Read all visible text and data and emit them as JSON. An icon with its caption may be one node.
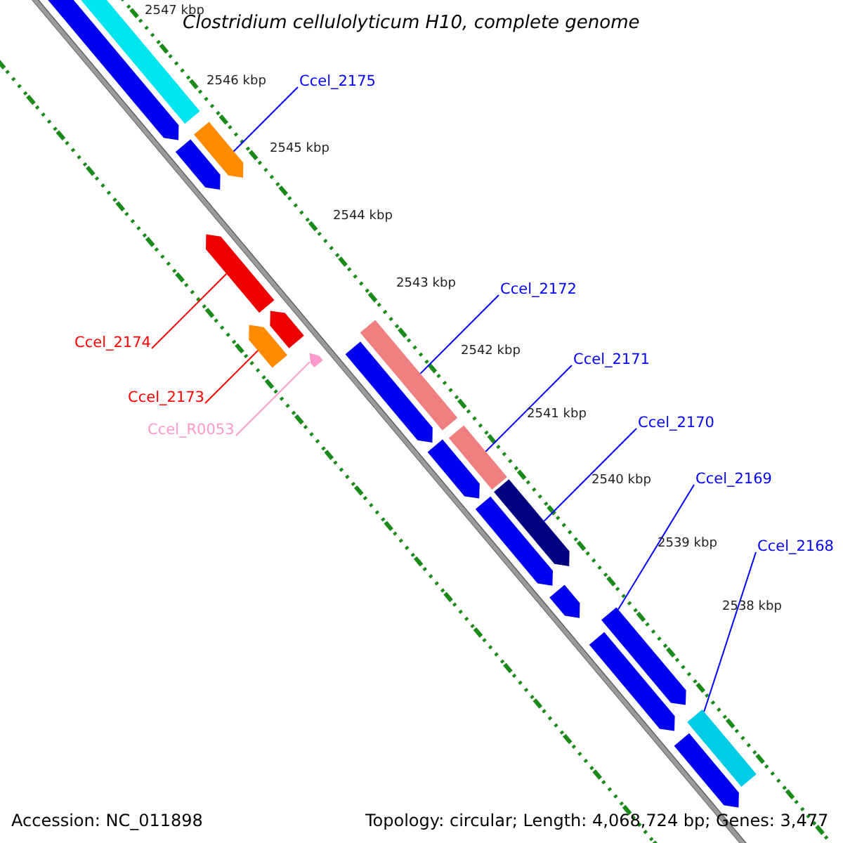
{
  "diagram": {
    "title": "Clostridium cellulolyticum H10, complete genome",
    "nodes": [
      {
        "text": [
          "Ccel_2175"
        ]
      },
      {
        "text": [],
        "shape": "arrow"
      },
      {
        "text": [
          "Ccel_2174"
        ]
      },
      {
        "text": [],
        "shape": "arrow"
      },
      {
        "text": [
          "Ccel_2173"
        ]
      },
      {
        "text": [],
        "shape": "arrow"
      },
      {
        "text": [
          "Ccel_R0053"
        ]
      },
      {
        "text": [],
        "shape": "arrow"
      },
      {
        "text": [
          "Ccel_2172"
        ]
      },
      {
        "text": [],
        "shape": "arrow"
      },
      {
        "text": [
          "Ccel_2171"
        ]
      },
      {
        "text": [],
        "shape": "arrow"
      },
      {
        "text": [
          "Ccel_2170"
        ]
      },
      {
        "text": [],
        "shape": "arrow"
      },
      {
        "text": [
          "Ccel_2169"
        ]
      },
      {
        "text": [],
        "shape": "arrow"
      },
      {
        "text": [
          "Ccel_2168"
        ]
      },
      {
        "text": [],
        "shape": "arrow"
      }
    ],
    "edges": [
      {
        "from": 0,
        "to": 1,
        "arrow": "none"
      },
      {
        "from": 2,
        "to": 3,
        "arrow": "none",
        "color": "#ff0000"
      },
      {
        "from": 4,
        "to": 5,
        "arrow": "none",
        "color": "#ff0000"
      },
      {
        "from": 6,
        "to": 7,
        "arrow": "none",
        "color": "#ff99cc"
      },
      {
        "from": 8,
        "to": 9,
        "arrow": "none"
      },
      {
        "from": 10,
        "to": 11,
        "arrow": "none"
      },
      {
        "from": 12,
        "to": 13,
        "arrow": "none"
      },
      {
        "from": 14,
        "to": 15,
        "arrow": "none"
      },
      {
        "from": 16,
        "to": 17,
        "arrow": "none"
      }
    ],
    "labels": [
      "2547 kbp",
      "2546 kbp",
      "2545 kbp",
      "2544 kbp",
      "2543 kbp",
      "2542 kbp",
      "2541 kbp",
      "2540 kbp",
      "2539 kbp",
      "2538 kbp",
      "Accession: NC_011898",
      "Topology: circular; Length: 4,068,724 bp; Genes: 3,477"
    ]
  }
}
